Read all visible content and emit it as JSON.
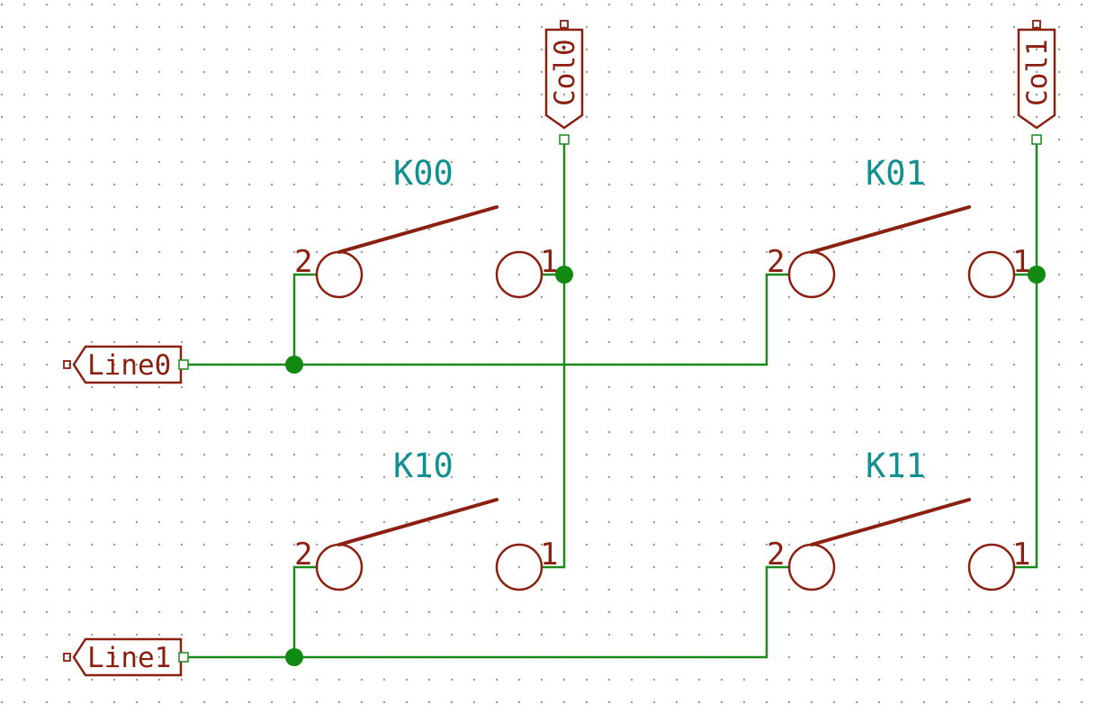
{
  "colors": {
    "wire": "#1a8a1a",
    "junction": "#108a10",
    "symbol": "#8b2010",
    "reference": "#10908f",
    "grid": "#9a9a9a",
    "background": "#ffffff"
  },
  "hierarchical_labels": {
    "line0": "Line0",
    "line1": "Line1",
    "col0": "Col0",
    "col1": "Col1"
  },
  "switches": [
    {
      "ref": "K00",
      "pin_a": "2",
      "pin_b": "1"
    },
    {
      "ref": "K01",
      "pin_a": "2",
      "pin_b": "1"
    },
    {
      "ref": "K10",
      "pin_a": "2",
      "pin_b": "1"
    },
    {
      "ref": "K11",
      "pin_a": "2",
      "pin_b": "1"
    }
  ]
}
